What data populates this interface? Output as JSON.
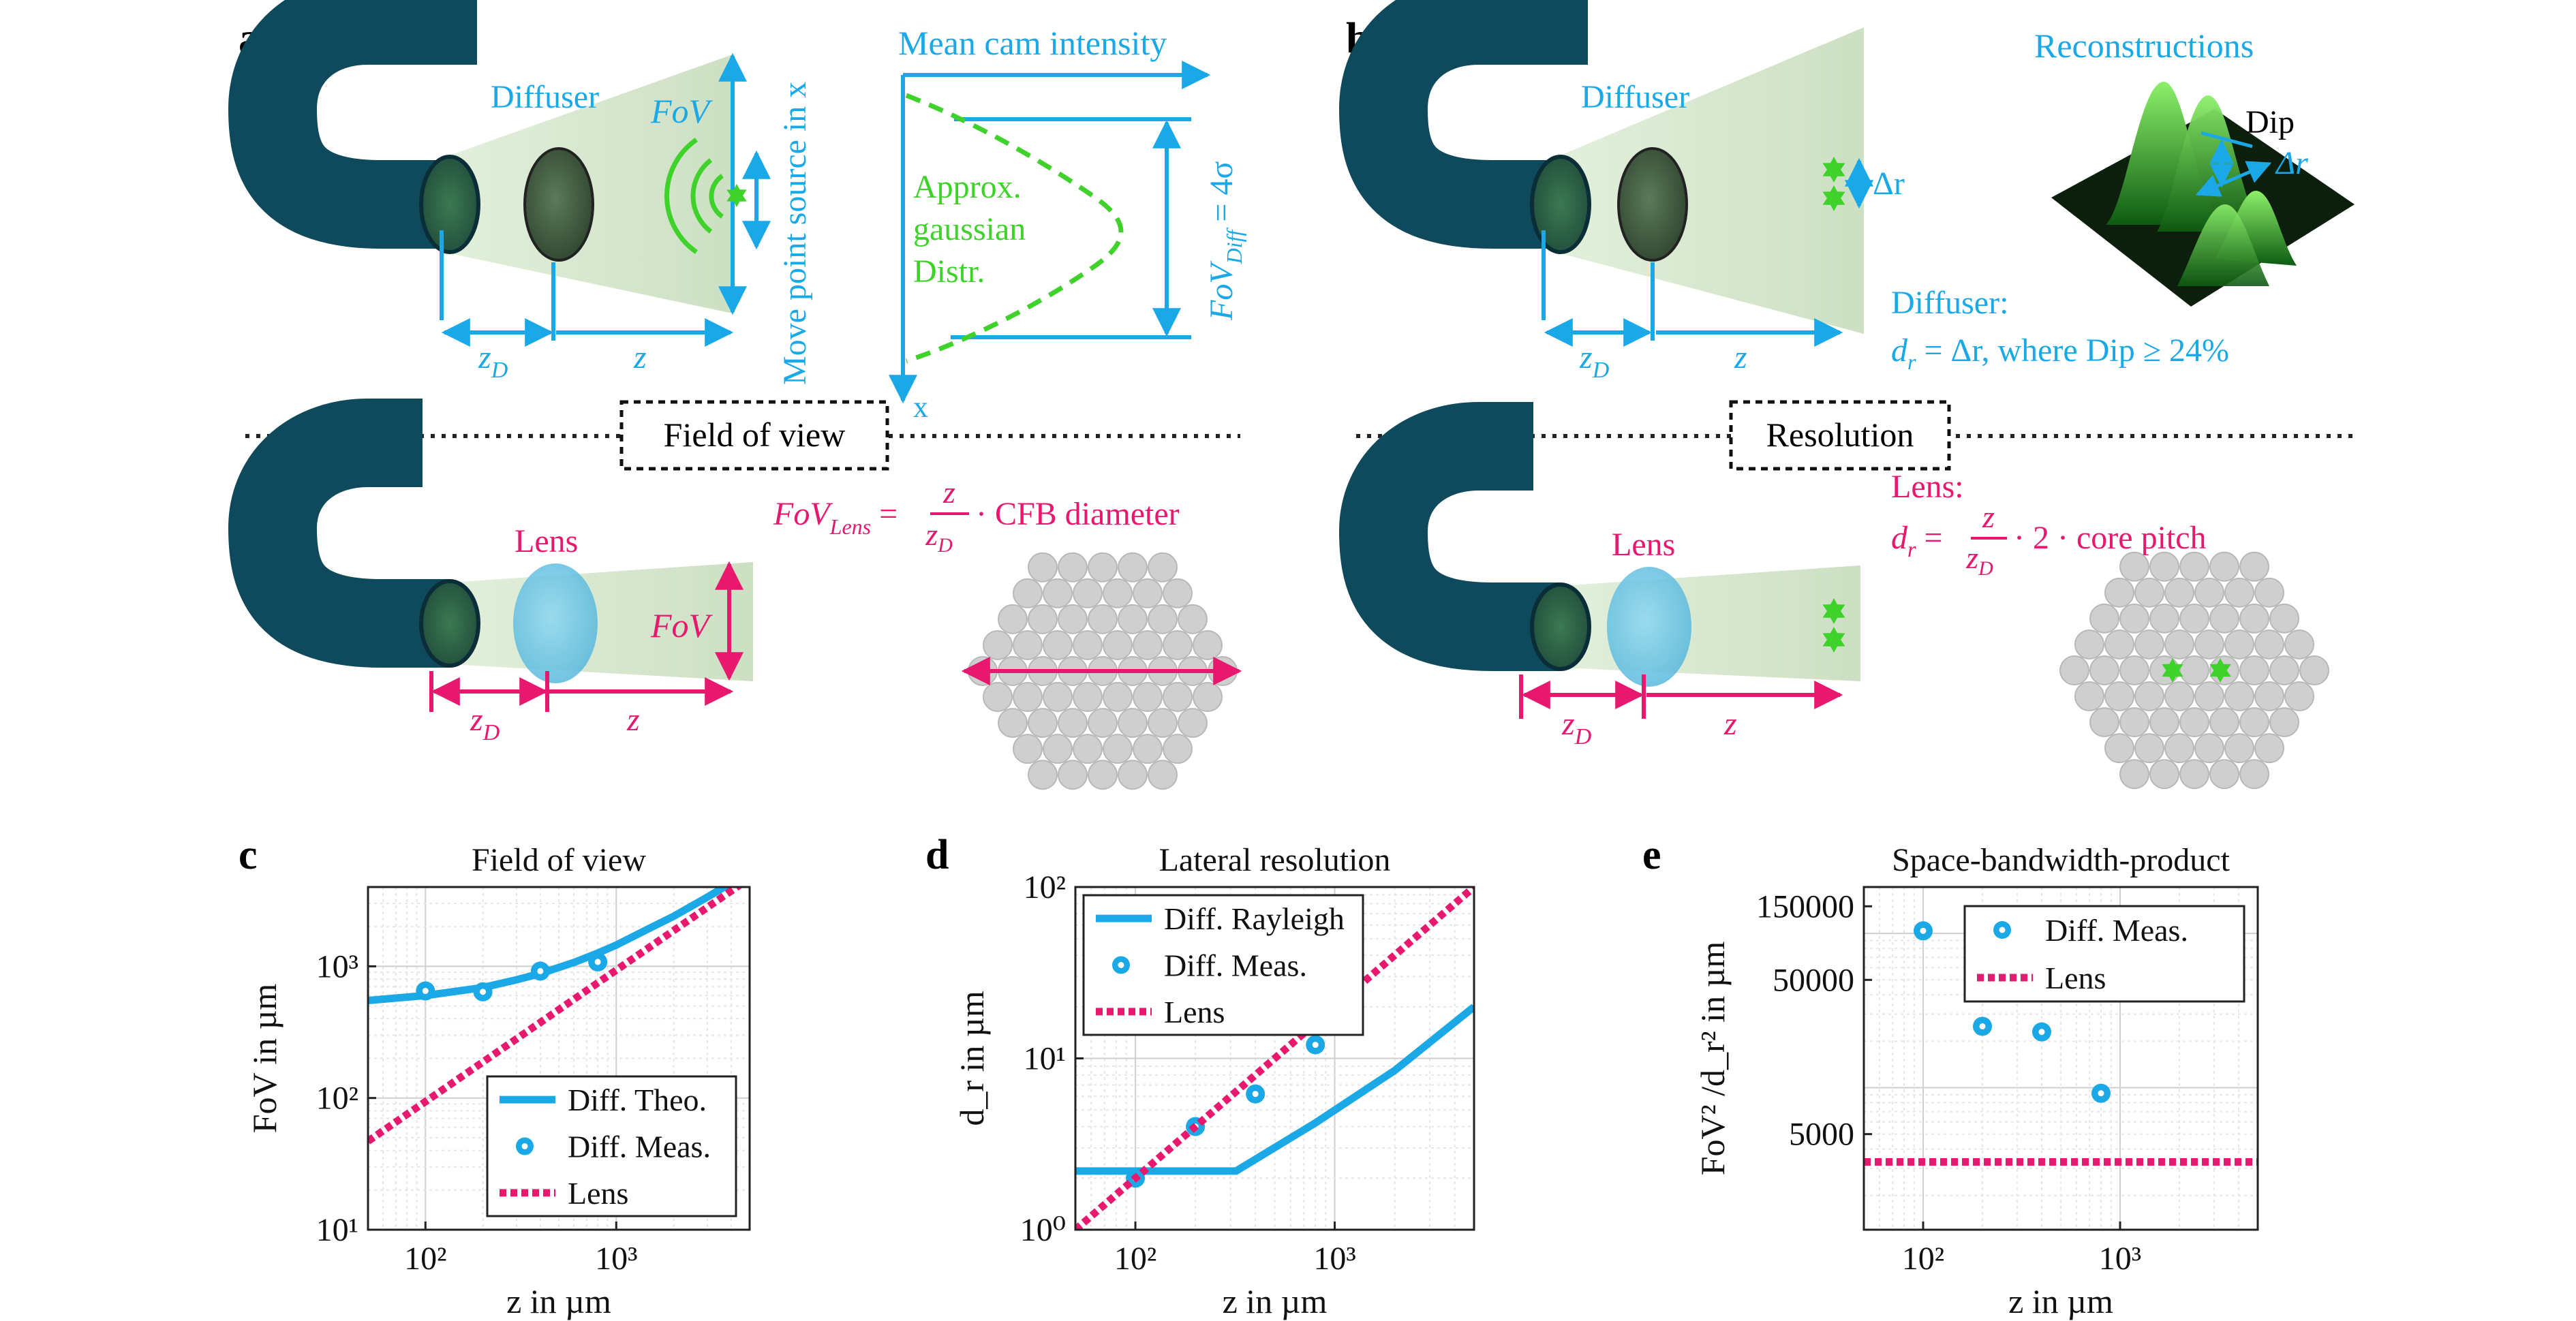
{
  "colors": {
    "blue": "#1aa9e6",
    "pink": "#e8186e",
    "green": "#3fd22a",
    "fiber": "#0f4a5c",
    "cone": "#cfe2c6",
    "core": "#c8c8c8"
  },
  "panel_a": {
    "letter": "a",
    "diffuser_label": "Diffuser",
    "fov_label": "FoV",
    "move_label": "Move point source in x",
    "zd_label": "z",
    "zd_sub": "D",
    "z_label": "z",
    "intensity_title": "Mean cam intensity",
    "x_axis_label": "x",
    "gaussian_lines": [
      "Approx.",
      "gaussian",
      "Distr."
    ],
    "fov_diff_main": "FoV",
    "fov_diff_sub": "Diff",
    "fov_diff_eq": " = 4σ",
    "divider_label": "Field of view",
    "lens_label": "Lens",
    "fov_lens_label": "FoV",
    "fov_lens_main": "FoV",
    "fov_lens_sub": "Lens",
    "fov_lens_eq": " =",
    "frac_num": "z",
    "frac_den": "z",
    "frac_den_sub": "D",
    "fov_lens_rest": "· CFB diameter"
  },
  "panel_b": {
    "letter": "b",
    "diffuser_label": "Diffuser",
    "delta_r": "Δr",
    "reconstructions": "Reconstructions",
    "dip_label": "Dip",
    "delta_r2": "Δr",
    "zd_label": "z",
    "zd_sub": "D",
    "z_label": "z",
    "diff_eq_title": "Diffuser:",
    "diff_eq_d": "d",
    "diff_eq_r": "r",
    "diff_eq_rest": " = Δr, where Dip ≥ 24%",
    "divider_label": "Resolution",
    "lens_label": "Lens",
    "lens_eq_title": "Lens:",
    "lens_eq_d": "d",
    "lens_eq_r": "r",
    "lens_eq_eq": " =",
    "frac_num": "z",
    "frac_den": "z",
    "frac_den_sub": "D",
    "lens_eq_rest": "· 2 · core pitch"
  },
  "chart_data": [
    {
      "panel": "c",
      "type": "line",
      "title": "Field of view",
      "xlabel": "z in µm",
      "ylabel": "FoV in µm",
      "xscale": "log",
      "yscale": "log",
      "xlim": [
        50,
        5000
      ],
      "ylim": [
        10,
        4000
      ],
      "xticks": [
        "10²",
        "10³"
      ],
      "yticks": [
        "10¹",
        "10²",
        "10³"
      ],
      "grid": true,
      "legend_position": "bottom-right",
      "series": [
        {
          "name": "Diff. Theo.",
          "style": "solid",
          "color": "#1aa9e6",
          "x": [
            50,
            100,
            200,
            300,
            400,
            600,
            800,
            1000,
            1500,
            2000,
            3000,
            4000
          ],
          "y": [
            550,
            600,
            690,
            790,
            880,
            1070,
            1260,
            1450,
            1950,
            2400,
            3350,
            4300
          ]
        },
        {
          "name": "Diff. Meas.",
          "style": "marker",
          "color": "#1aa9e6",
          "x": [
            100,
            200,
            400,
            800
          ],
          "y": [
            650,
            640,
            920,
            1080
          ]
        },
        {
          "name": "Lens",
          "style": "dotted",
          "color": "#e8186e",
          "x": [
            50,
            4500
          ],
          "y": [
            47,
            4200
          ]
        }
      ]
    },
    {
      "panel": "d",
      "type": "line",
      "title": "Lateral resolution",
      "xlabel": "z in µm",
      "ylabel": "d_r in µm",
      "xscale": "log",
      "yscale": "log",
      "xlim": [
        50,
        5000
      ],
      "ylim": [
        1,
        100
      ],
      "xticks": [
        "10²",
        "10³"
      ],
      "yticks": [
        "10⁰",
        "10¹",
        "10²"
      ],
      "grid": true,
      "legend_position": "top-left",
      "series": [
        {
          "name": "Diff. Rayleigh",
          "style": "solid",
          "color": "#1aa9e6",
          "x": [
            50,
            320,
            800,
            2000,
            5000
          ],
          "y": [
            2.2,
            2.2,
            4.2,
            8.5,
            20
          ]
        },
        {
          "name": "Diff. Meas.",
          "style": "marker",
          "color": "#1aa9e6",
          "x": [
            100,
            200,
            400,
            800
          ],
          "y": [
            2.0,
            4.0,
            6.2,
            12
          ]
        },
        {
          "name": "Lens",
          "style": "dotted",
          "color": "#e8186e",
          "x": [
            50,
            5000
          ],
          "y": [
            1,
            100
          ]
        }
      ]
    },
    {
      "panel": "e",
      "type": "scatter",
      "title": "Space-bandwidth-product",
      "xlabel": "z in µm",
      "ylabel": "FoV² /d_r² in µm",
      "xscale": "log",
      "yscale": "log",
      "xlim": [
        50,
        5000
      ],
      "ylim": [
        1200,
        200000
      ],
      "xticks": [
        "10²",
        "10³"
      ],
      "yticks": [
        "5000",
        "50000",
        "150000"
      ],
      "grid": true,
      "legend_position": "top-right",
      "series": [
        {
          "name": "Diff. Meas.",
          "style": "marker",
          "color": "#1aa9e6",
          "x": [
            100,
            200,
            400,
            800
          ],
          "y": [
            104000,
            25000,
            23000,
            9200
          ]
        },
        {
          "name": "Lens",
          "style": "dotted",
          "color": "#e8186e",
          "x": [
            50,
            5000
          ],
          "y": [
            3300,
            3300
          ]
        }
      ]
    }
  ]
}
